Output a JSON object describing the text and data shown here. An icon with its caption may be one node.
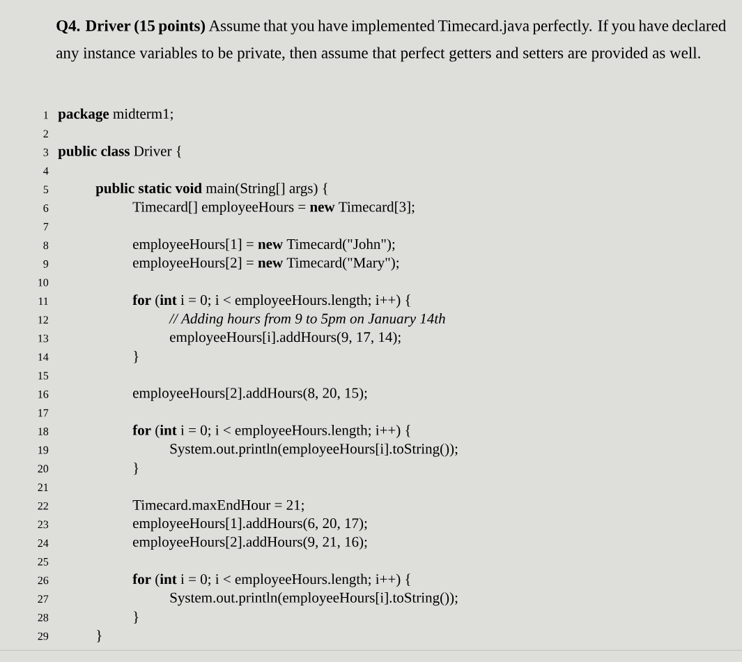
{
  "diagram": {
    "labels": [
      "**Q4. Driver (15 points)** Assume that you have implemented Timecard.java perfectly. If you have declared any instance variables to be private, then assume that perfect getters and setters are provided as well.",
      "1",
      "**package** midterm1;",
      "2",
      "3",
      "**public class** Driver {",
      "4",
      "5",
      "**public static void** main(String[] args) {",
      "6",
      "Timecard[] employeeHours = **new** Timecard[3];",
      "7",
      "8",
      "employeeHours[1] = **new** Timecard(\"John\");",
      "9",
      "employeeHours[2] = **new** Timecard(\"Mary\");",
      "10",
      "11",
      "**for** (**int** i = 0; i < employeeHours.length; i++) {",
      "12",
      "// Adding hours from 9 to 5pm on January 14th",
      "13",
      "employeeHours[i].addHours(9, 17, 14);",
      "14",
      "}",
      "15",
      "16",
      "employeeHours[2].addHours(8, 20, 15);",
      "17",
      "18",
      "**for** (**int** i = 0; i < employeeHours.length; i++) {",
      "19",
      "System.out.println(employeeHours[i].toString());",
      "20",
      "}",
      "21",
      "22",
      "Timecard.maxEndHour = 21;",
      "23",
      "employeeHours[1].addHours(6, 20, 17);",
      "24",
      "employeeHours[2].addHours(9, 21, 16);",
      "25",
      "26",
      "**for** (**int** i = 0; i < employeeHours.length; i++) {",
      "27",
      "System.out.println(employeeHours[i].toString());",
      "28",
      "}",
      "29",
      "}"
    ]
  }
}
